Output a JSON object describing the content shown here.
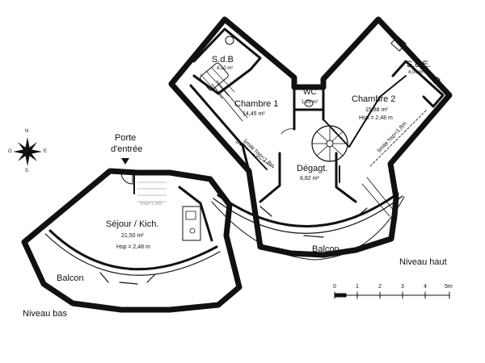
{
  "rooms": {
    "sdb": {
      "name": "S.d.B",
      "area": "4,10 m²"
    },
    "chambre1": {
      "name": "Chambre 1",
      "area": "14,45 m²"
    },
    "wc": {
      "name": "WC",
      "area": "1,26 m²"
    },
    "chambre2": {
      "name": "Chambre 2",
      "area": "15,88 m²",
      "height": "Hsp = 2,48 m"
    },
    "sde": {
      "name": "S.d.E.",
      "area": "4,06 m²"
    },
    "degagt": {
      "name": "Dégagt.",
      "area": "8,82 m²"
    },
    "sejour": {
      "name": "Séjour / Kich.",
      "area": "21,50 m²",
      "height": "Hsp = 2,48 m",
      "ghost": "hsp<1,8m"
    }
  },
  "labels": {
    "porte_line1": "Porte",
    "porte_line2": "d'entrée",
    "balcon_haut": "Balcon",
    "balcon_bas": "Balcon",
    "niveau_haut": "Niveau haut",
    "niveau_bas": "Niveau bas",
    "limite_ch1": "limite hsp<1,8m",
    "limite_ch2": "limite hsp<1,8m"
  },
  "compass": {
    "n": "N",
    "s": "S",
    "e": "E",
    "o": "O"
  },
  "scale": {
    "ticks": [
      "0",
      "1",
      "2",
      "3",
      "4",
      "5m"
    ]
  }
}
